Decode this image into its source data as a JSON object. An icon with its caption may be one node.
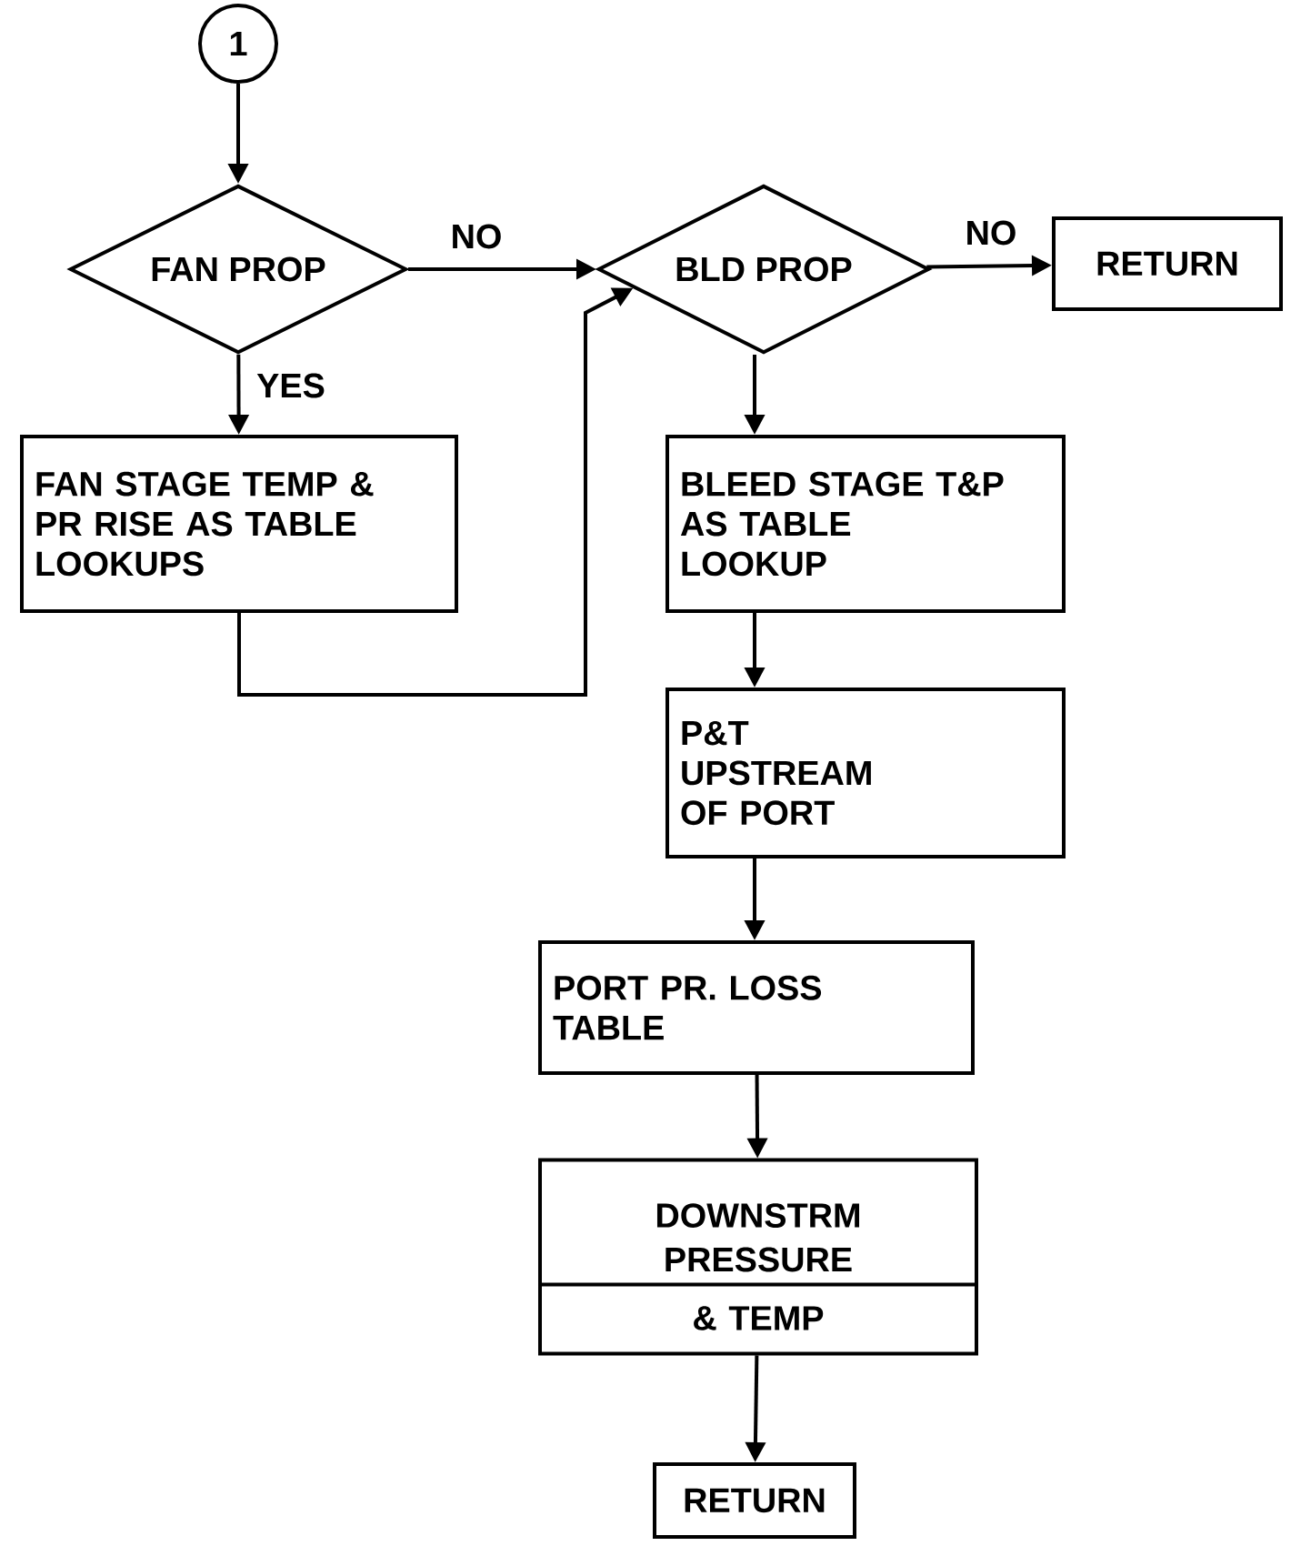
{
  "diagram": {
    "nodes": [
      {
        "text": [
          "1"
        ]
      },
      {
        "text": [
          "FAN PROP"
        ]
      },
      {
        "text": [
          "FAN STAGE TEMP & PR RISE AS TABLE LOOKUPS"
        ]
      },
      {
        "text": [
          "BLD PROP"
        ]
      },
      {
        "text": [
          "RETURN"
        ]
      },
      {
        "text": [
          "BLEED STAGE T&P AS TABLE LOOKUP"
        ]
      },
      {
        "text": [
          "P&T UPSTREAM OF PORT"
        ]
      },
      {
        "text": [
          "PORT PR. LOSS TABLE"
        ]
      },
      {
        "text": [
          "DOWNSTRM PRESSURE",
          "& TEMP"
        ]
      },
      {
        "text": [
          "RETURN"
        ]
      }
    ],
    "edges": [
      {
        "from": 0,
        "to": 1,
        "arrow": "to"
      },
      {
        "from": 1,
        "to": 3,
        "arrow": "to",
        "label": "NO"
      },
      {
        "from": 1,
        "to": 2,
        "arrow": "to",
        "label": "YES"
      },
      {
        "from": 2,
        "to": 3,
        "arrow": "to"
      },
      {
        "from": 3,
        "to": 4,
        "arrow": "to",
        "label": "NO"
      },
      {
        "from": 3,
        "to": 5,
        "arrow": "to"
      },
      {
        "from": 5,
        "to": 6,
        "arrow": "to"
      },
      {
        "from": 6,
        "to": 7,
        "arrow": "to"
      },
      {
        "from": 7,
        "to": 8,
        "arrow": "to"
      },
      {
        "from": 8,
        "to": 9,
        "arrow": "to"
      }
    ]
  }
}
